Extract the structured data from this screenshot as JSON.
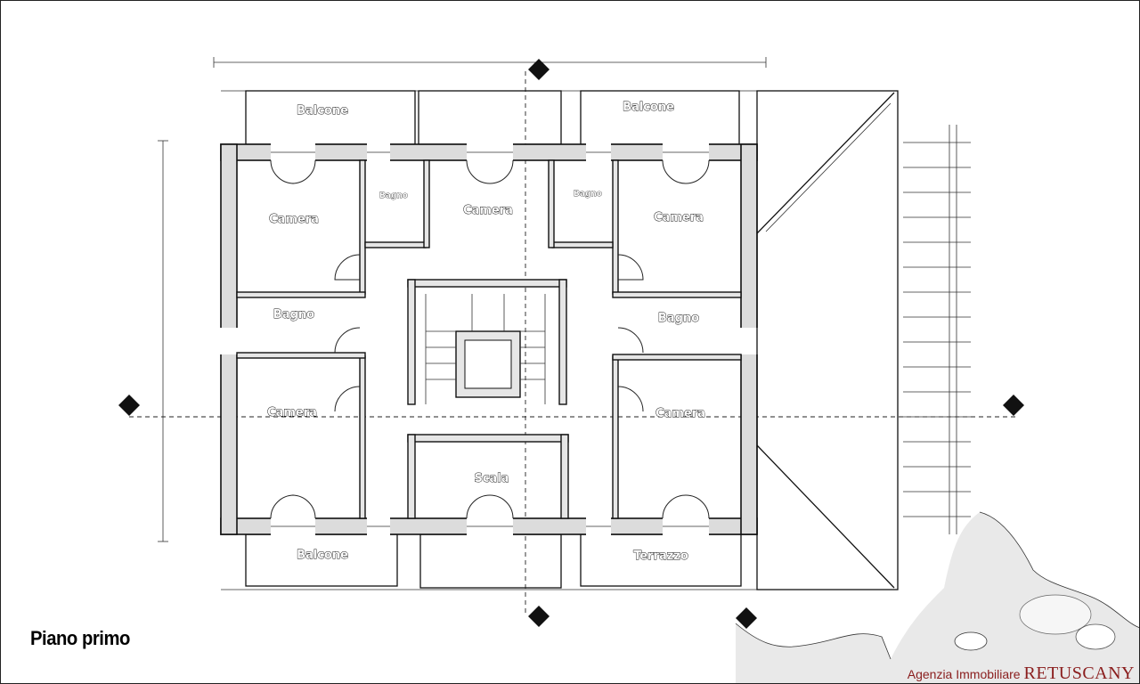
{
  "title": "Piano primo",
  "watermark": {
    "prefix": "Agenzia Immobiliare",
    "brand": "RETUSCANY"
  },
  "rooms": [
    {
      "name": "Balcone"
    },
    {
      "name": "Balcone"
    },
    {
      "name": "Camera"
    },
    {
      "name": "Bagno"
    },
    {
      "name": "Camera"
    },
    {
      "name": "Bagno"
    },
    {
      "name": "Camera"
    },
    {
      "name": "Bagno"
    },
    {
      "name": "Bagno"
    },
    {
      "name": "Camera"
    },
    {
      "name": "Camera"
    },
    {
      "name": "Scala"
    },
    {
      "name": "Balcone"
    },
    {
      "name": "Terrazzo"
    }
  ],
  "colors": {
    "wall_fill": "#dcdcdc",
    "outline": "#111111",
    "watermark": "#8a1d1d"
  }
}
